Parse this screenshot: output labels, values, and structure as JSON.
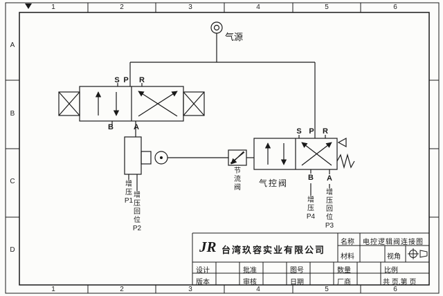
{
  "grid": {
    "cols": [
      "1",
      "2",
      "3",
      "4",
      "5",
      "6"
    ],
    "rows": [
      "A",
      "B",
      "C",
      "D"
    ]
  },
  "schematic": {
    "air_source": "气源",
    "v1": {
      "s": "S",
      "p": "P",
      "r": "R",
      "b": "B",
      "a": "A"
    },
    "v2": {
      "s": "S",
      "p": "P",
      "r": "R",
      "b": "B",
      "a": "A"
    },
    "throttle": "节\n流\n阀",
    "pilot": "气控阀",
    "p1": "增\n压\nP1",
    "p2": "增\n压\n回\n位\nP2",
    "p4": "增\n压\nP4",
    "p3": "增\n压\n回\n位\nP3"
  },
  "titleblock": {
    "logo": "JR",
    "company": "台湾玖容实业有限公司",
    "name_label": "名称",
    "name_value": "电控逻辑阀连接图",
    "material": "材料",
    "view": "视角",
    "scale": "比例",
    "design": "设计",
    "approve": "批准",
    "drawing_no": "图号",
    "quantity": "数量",
    "version": "版本",
    "check": "审核",
    "date": "日期",
    "vendor": "厂商",
    "pages": "共 页,第 页"
  }
}
